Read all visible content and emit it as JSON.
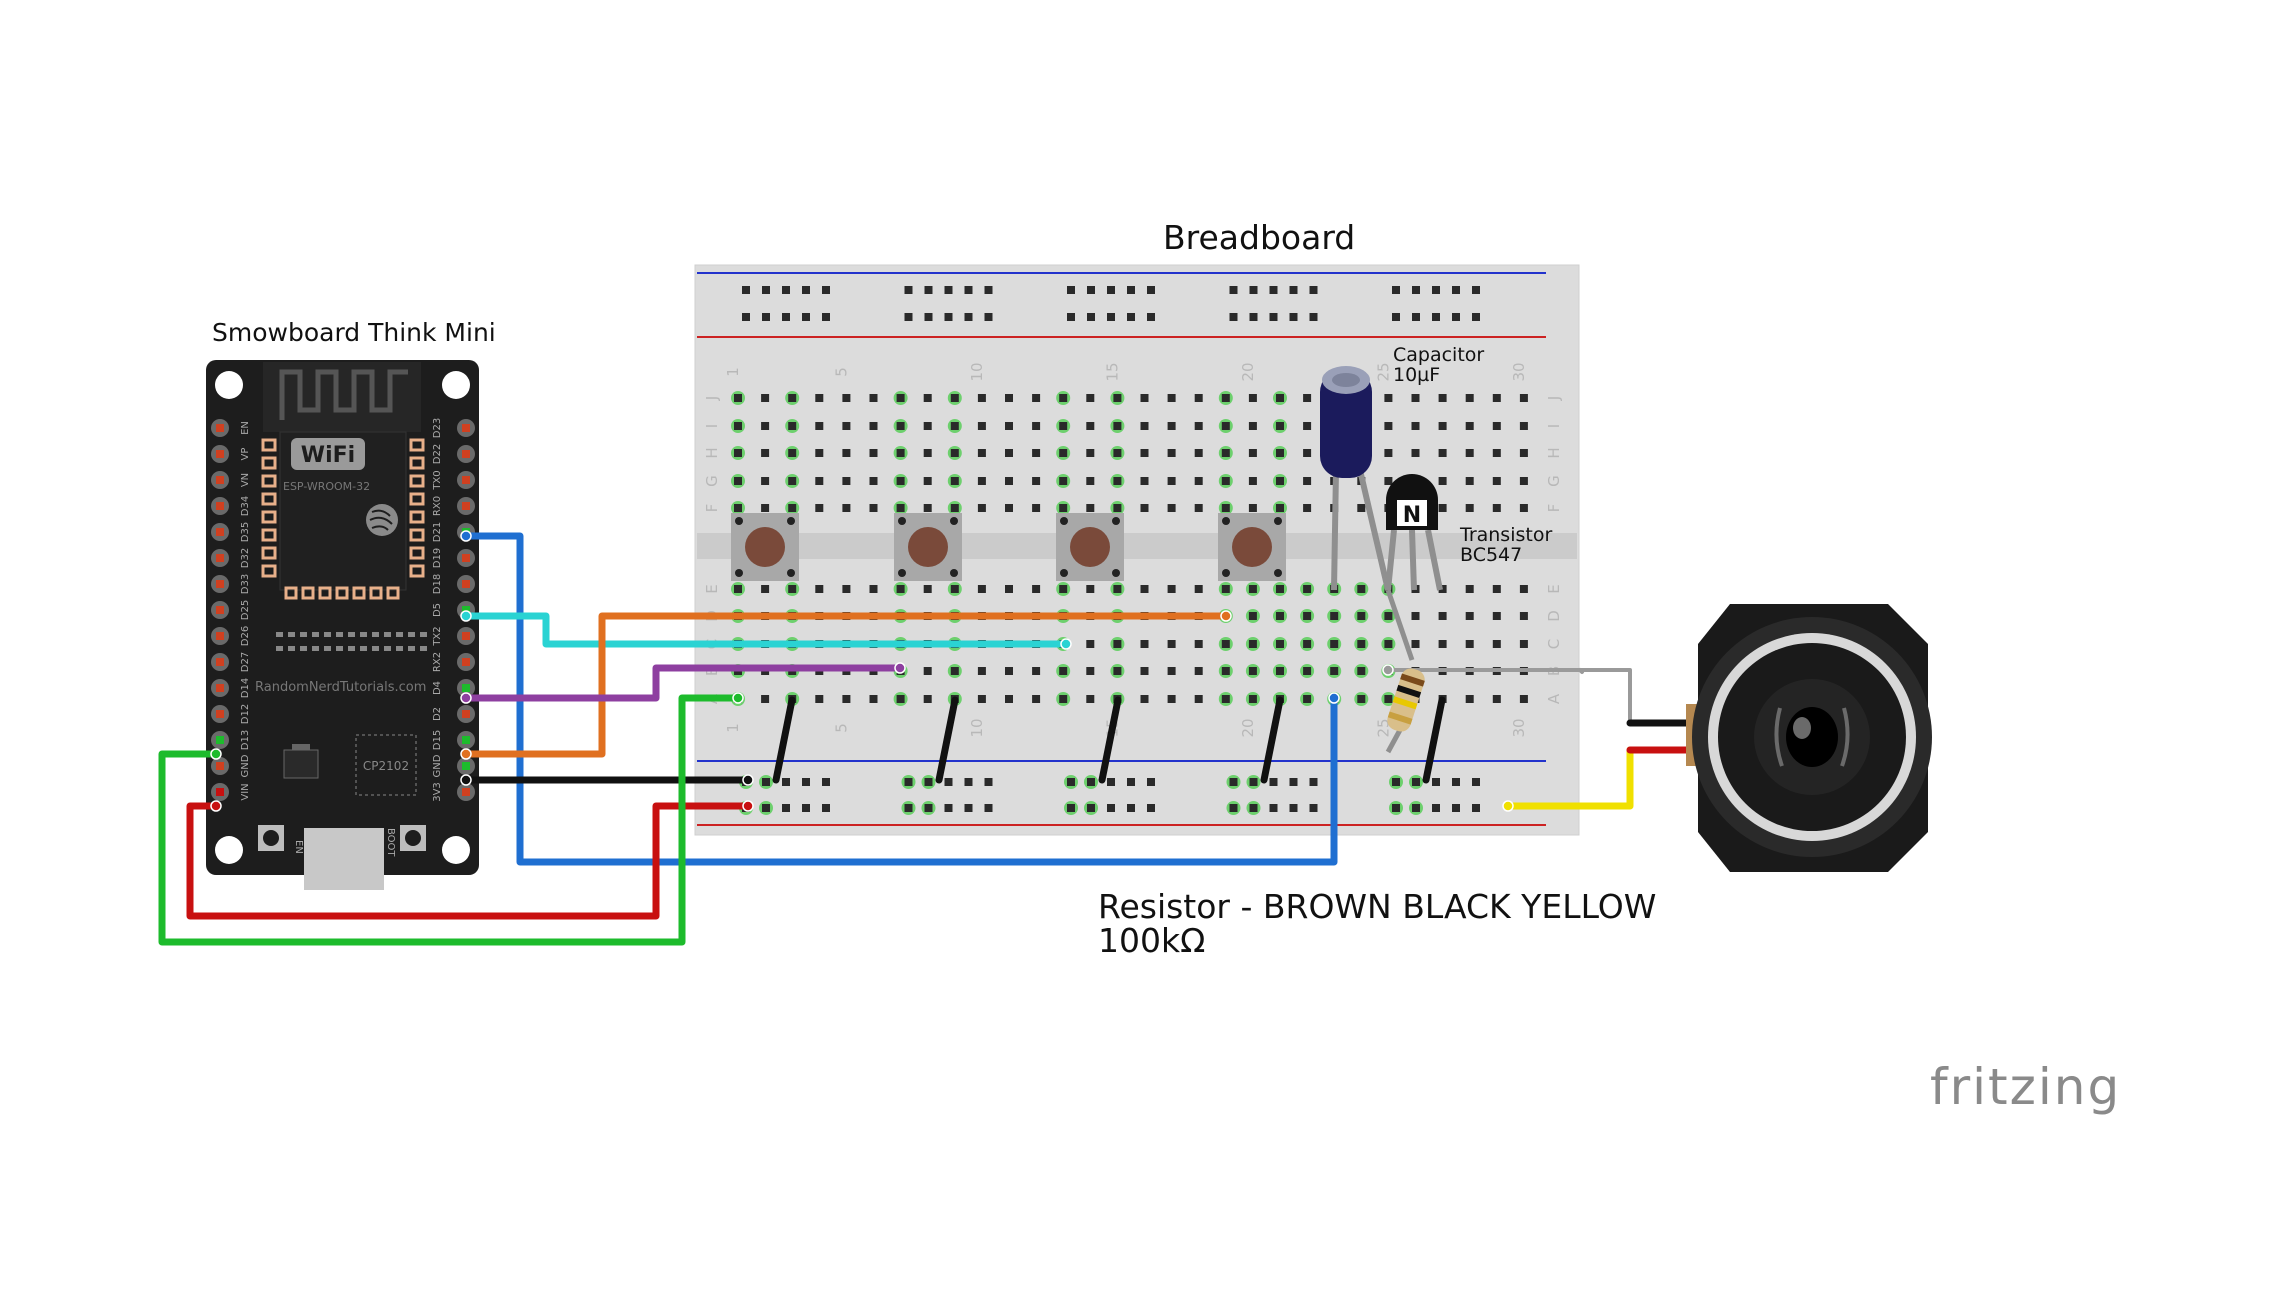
{
  "breadboard": {
    "title": "Breadboard",
    "row_letters": [
      "J",
      "I",
      "H",
      "G",
      "F",
      "E",
      "D",
      "C",
      "B",
      "A"
    ],
    "column_numbers": [
      "1",
      "5",
      "10",
      "15",
      "20",
      "25",
      "30"
    ]
  },
  "mcu": {
    "title": "Smowboard Think Mini",
    "wifi_text": "WiFi",
    "module_text": "ESP-WROOM-32",
    "site_text": "RandomNerdTutorials.com",
    "chip_text": "CP2102",
    "button_left": "EN",
    "button_right": "BOOT",
    "left_pins": [
      "EN",
      "VP",
      "VN",
      "D34",
      "D35",
      "D32",
      "D33",
      "D25",
      "D26",
      "D27",
      "D14",
      "D12",
      "D13",
      "GND",
      "VIN"
    ],
    "right_pins": [
      "D23",
      "D22",
      "TX0",
      "RX0",
      "D21",
      "D19",
      "D18",
      "D5",
      "TX2",
      "RX2",
      "D4",
      "D2",
      "D15",
      "GND",
      "3V3"
    ]
  },
  "capacitor": {
    "name": "Capacitor",
    "value": "10µF"
  },
  "transistor": {
    "name": "Transistor",
    "model": "BC547",
    "marking": "N"
  },
  "resistor": {
    "label": "Resistor - BROWN BLACK YELLOW",
    "value": "100kΩ"
  },
  "brand": "fritzing",
  "colors": {
    "wire_blue": "#1f6fd1",
    "wire_cyan": "#2ad3d3",
    "wire_orange": "#e07020",
    "wire_purple": "#8e3fa0",
    "wire_black": "#111111",
    "wire_red": "#c81010",
    "wire_green": "#1dbb2c",
    "wire_yellow": "#f0e000",
    "wire_gray": "#9a9a9a",
    "board_body": "#1d1d1d",
    "breadboard": "#dcdcdc",
    "rail_blue": "#2233cc",
    "rail_red": "#cc2222"
  }
}
